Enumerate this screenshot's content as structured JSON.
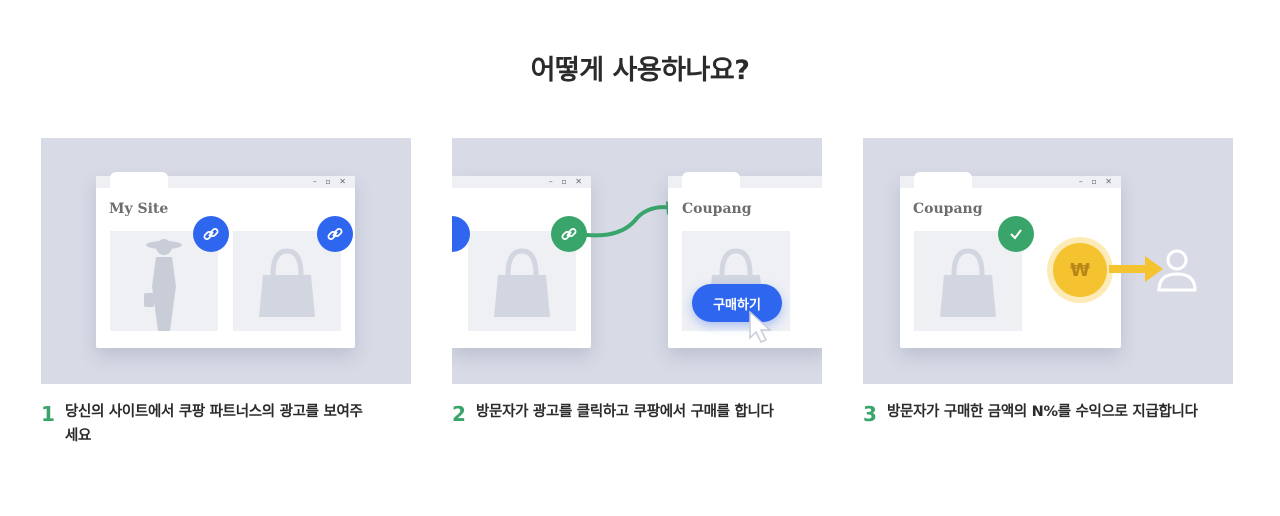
{
  "title": "어떻게 사용하나요?",
  "panels": [
    {
      "site_name": "My Site"
    },
    {
      "site_name": "Coupang",
      "buy_button": "구매하기"
    },
    {
      "site_name": "Coupang",
      "coin_symbol": "₩"
    }
  ],
  "steps": [
    {
      "number": "1",
      "text": "당신의 사이트에서 쿠팡 파트너스의 광고를 보여주세요"
    },
    {
      "number": "2",
      "text": "방문자가 광고를 클릭하고 쿠팡에서 구매를 합니다"
    },
    {
      "number": "3",
      "text": "방문자가 구매한 금액의 N%를 수익으로 지급합니다"
    }
  ],
  "colors": {
    "accent_blue": "#2f66f0",
    "accent_green": "#3aa56b",
    "coin_gold": "#f5c230",
    "panel_bg": "#d8dbe6"
  },
  "icons": [
    "link-icon",
    "check-icon",
    "bag-icon",
    "person-icon",
    "cursor-icon",
    "arrow-icon"
  ]
}
